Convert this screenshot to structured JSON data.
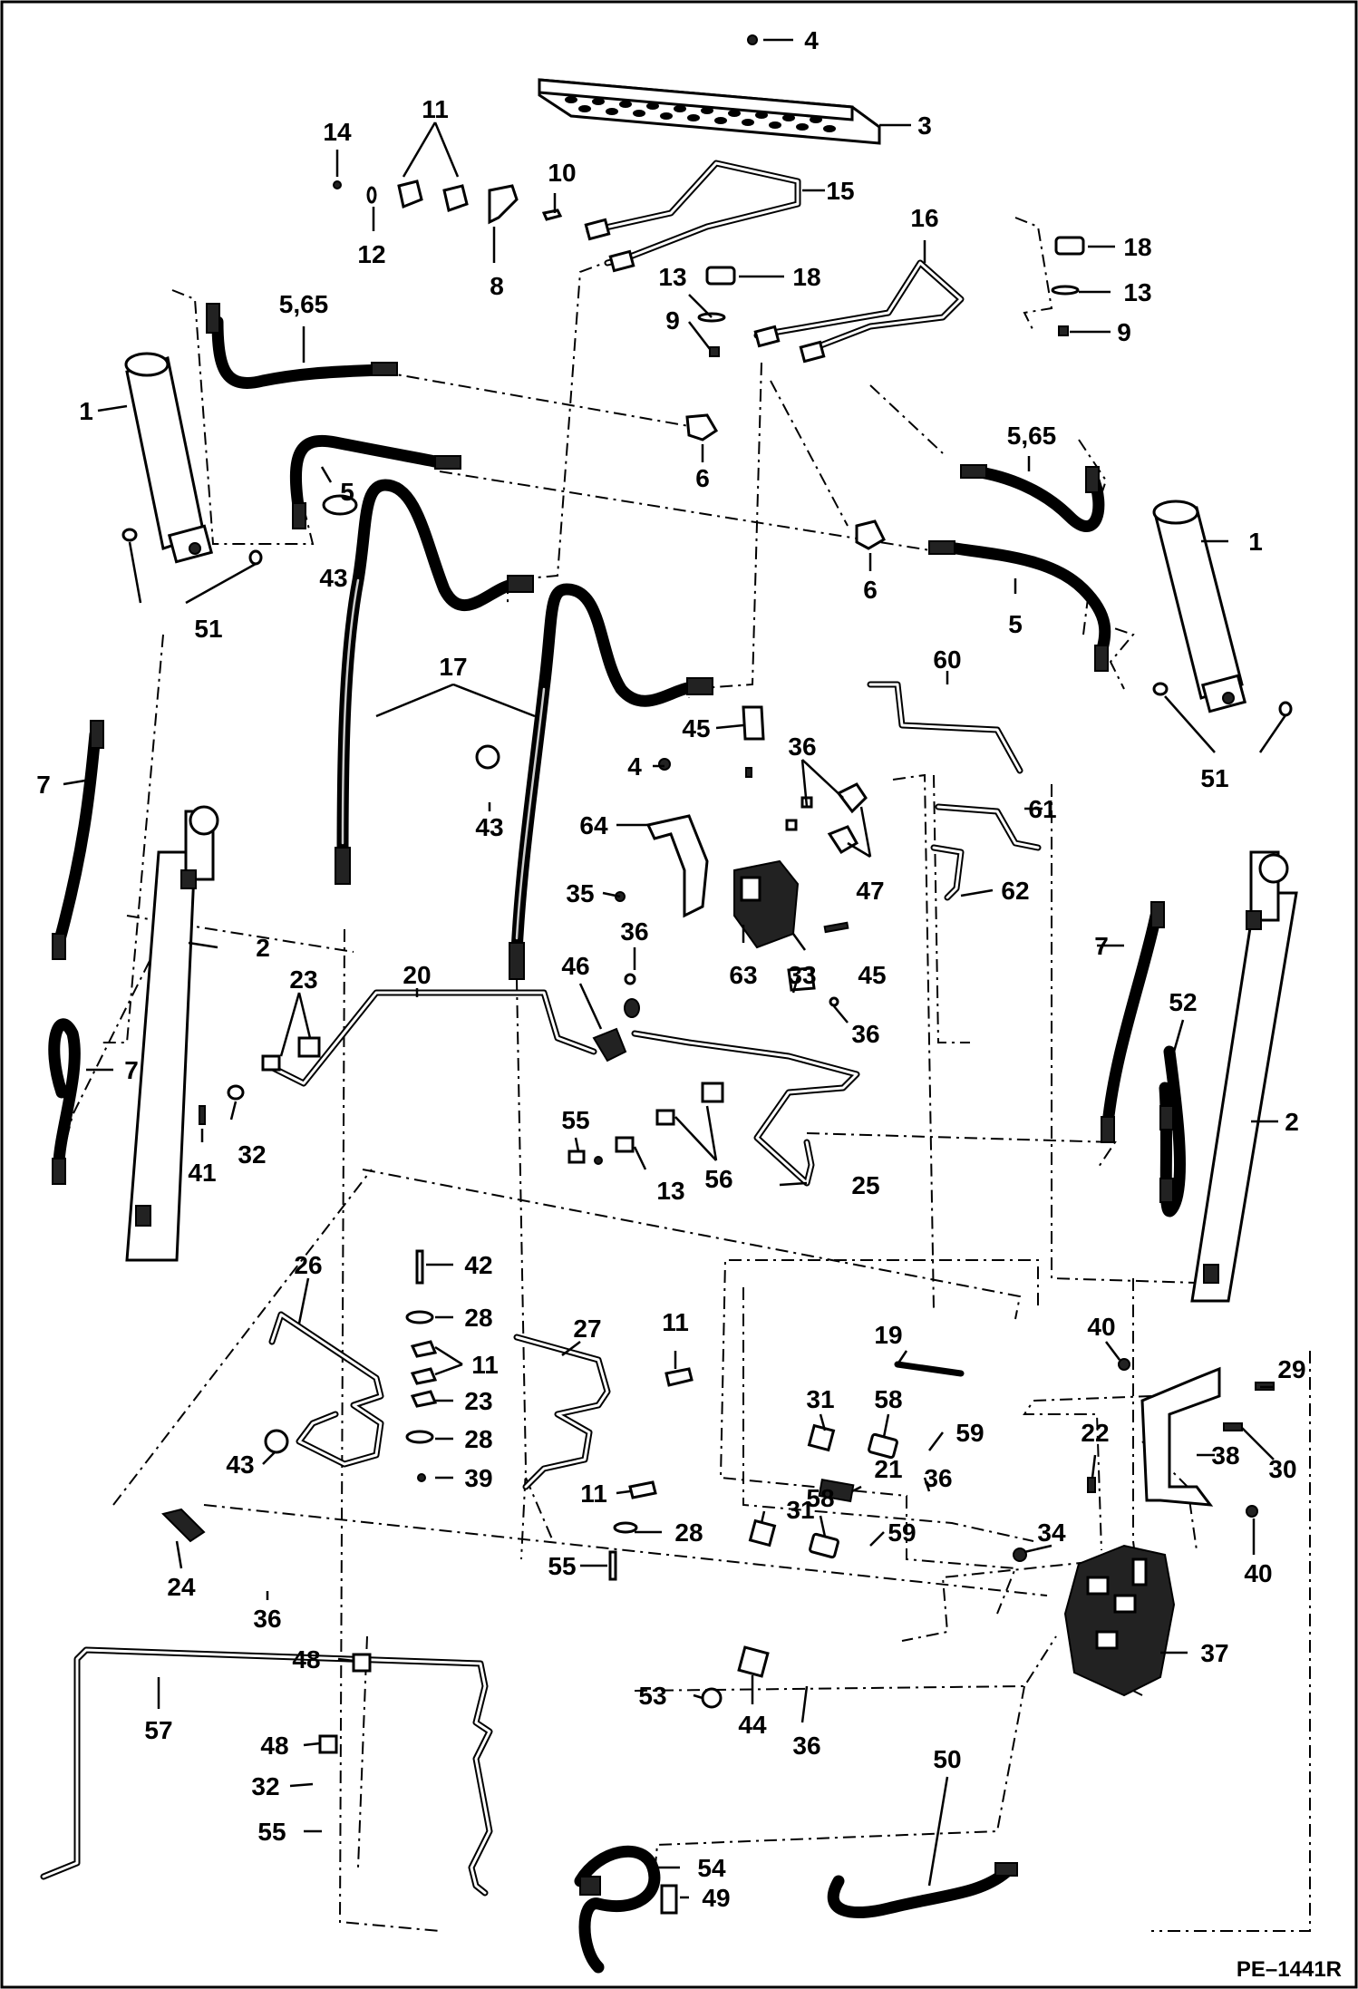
{
  "drawing_ref": "PE–1441R",
  "callouts": [
    {
      "key": "c4a",
      "text": "4"
    },
    {
      "key": "c3",
      "text": "3"
    },
    {
      "key": "c11a",
      "text": "11"
    },
    {
      "key": "c14",
      "text": "14"
    },
    {
      "key": "c10",
      "text": "10"
    },
    {
      "key": "c15",
      "text": "15"
    },
    {
      "key": "c12",
      "text": "12"
    },
    {
      "key": "c8",
      "text": "8"
    },
    {
      "key": "c13a",
      "text": "13"
    },
    {
      "key": "c18a",
      "text": "18"
    },
    {
      "key": "c16",
      "text": "16"
    },
    {
      "key": "c18b",
      "text": "18"
    },
    {
      "key": "c13b",
      "text": "13"
    },
    {
      "key": "c9a",
      "text": "9"
    },
    {
      "key": "c9b",
      "text": "9"
    },
    {
      "key": "c565a",
      "text": "5,65"
    },
    {
      "key": "c1a",
      "text": "1"
    },
    {
      "key": "c6a",
      "text": "6"
    },
    {
      "key": "c565b",
      "text": "5,65"
    },
    {
      "key": "c5a",
      "text": "5"
    },
    {
      "key": "c1b",
      "text": "1"
    },
    {
      "key": "c6b",
      "text": "6"
    },
    {
      "key": "c5b",
      "text": "5"
    },
    {
      "key": "c43a",
      "text": "43"
    },
    {
      "key": "c51a",
      "text": "51"
    },
    {
      "key": "c51b",
      "text": "51"
    },
    {
      "key": "c17",
      "text": "17"
    },
    {
      "key": "c60",
      "text": "60"
    },
    {
      "key": "c7a",
      "text": "7"
    },
    {
      "key": "c45a",
      "text": "45"
    },
    {
      "key": "c36a",
      "text": "36"
    },
    {
      "key": "c4b",
      "text": "4"
    },
    {
      "key": "c43b",
      "text": "43"
    },
    {
      "key": "c64",
      "text": "64"
    },
    {
      "key": "c61",
      "text": "61"
    },
    {
      "key": "c62",
      "text": "62"
    },
    {
      "key": "c47",
      "text": "47"
    },
    {
      "key": "c35",
      "text": "35"
    },
    {
      "key": "c2a",
      "text": "2"
    },
    {
      "key": "c36b",
      "text": "36"
    },
    {
      "key": "c7b",
      "text": "7"
    },
    {
      "key": "c20",
      "text": "20"
    },
    {
      "key": "c46",
      "text": "46"
    },
    {
      "key": "c63",
      "text": "63"
    },
    {
      "key": "c33",
      "text": "33"
    },
    {
      "key": "c45b",
      "text": "45"
    },
    {
      "key": "c23a",
      "text": "23"
    },
    {
      "key": "c52",
      "text": "52"
    },
    {
      "key": "c36c",
      "text": "36"
    },
    {
      "key": "c7c",
      "text": "7"
    },
    {
      "key": "c55a",
      "text": "55"
    },
    {
      "key": "c2b",
      "text": "2"
    },
    {
      "key": "c41",
      "text": "41"
    },
    {
      "key": "c32a",
      "text": "32"
    },
    {
      "key": "c13c",
      "text": "13"
    },
    {
      "key": "c56",
      "text": "56"
    },
    {
      "key": "c25",
      "text": "25"
    },
    {
      "key": "c42",
      "text": "42"
    },
    {
      "key": "c26",
      "text": "26"
    },
    {
      "key": "c28a",
      "text": "28"
    },
    {
      "key": "c27",
      "text": "27"
    },
    {
      "key": "c11b",
      "text": "11"
    },
    {
      "key": "c40a",
      "text": "40"
    },
    {
      "key": "c11c",
      "text": "11"
    },
    {
      "key": "c19",
      "text": "19"
    },
    {
      "key": "c29",
      "text": "29"
    },
    {
      "key": "c23b",
      "text": "23"
    },
    {
      "key": "c31a",
      "text": "31"
    },
    {
      "key": "c58a",
      "text": "58"
    },
    {
      "key": "c59a",
      "text": "59"
    },
    {
      "key": "c28b",
      "text": "28"
    },
    {
      "key": "c22",
      "text": "22"
    },
    {
      "key": "c38",
      "text": "38"
    },
    {
      "key": "c30",
      "text": "30"
    },
    {
      "key": "c43c",
      "text": "43"
    },
    {
      "key": "c39",
      "text": "39"
    },
    {
      "key": "c21",
      "text": "21"
    },
    {
      "key": "c36d",
      "text": "36"
    },
    {
      "key": "c11d",
      "text": "11"
    },
    {
      "key": "c31b",
      "text": "31"
    },
    {
      "key": "c58b",
      "text": "58"
    },
    {
      "key": "c59b",
      "text": "59"
    },
    {
      "key": "c28c",
      "text": "28"
    },
    {
      "key": "c24",
      "text": "24"
    },
    {
      "key": "c55b",
      "text": "55"
    },
    {
      "key": "c34",
      "text": "34"
    },
    {
      "key": "c40b",
      "text": "40"
    },
    {
      "key": "c36e",
      "text": "36"
    },
    {
      "key": "c48a",
      "text": "48"
    },
    {
      "key": "c37",
      "text": "37"
    },
    {
      "key": "c57",
      "text": "57"
    },
    {
      "key": "c53",
      "text": "53"
    },
    {
      "key": "c44",
      "text": "44"
    },
    {
      "key": "c36f",
      "text": "36"
    },
    {
      "key": "c48b",
      "text": "48"
    },
    {
      "key": "c50",
      "text": "50"
    },
    {
      "key": "c32b",
      "text": "32"
    },
    {
      "key": "c54",
      "text": "54"
    },
    {
      "key": "c55c",
      "text": "55"
    },
    {
      "key": "c49",
      "text": "49"
    }
  ]
}
